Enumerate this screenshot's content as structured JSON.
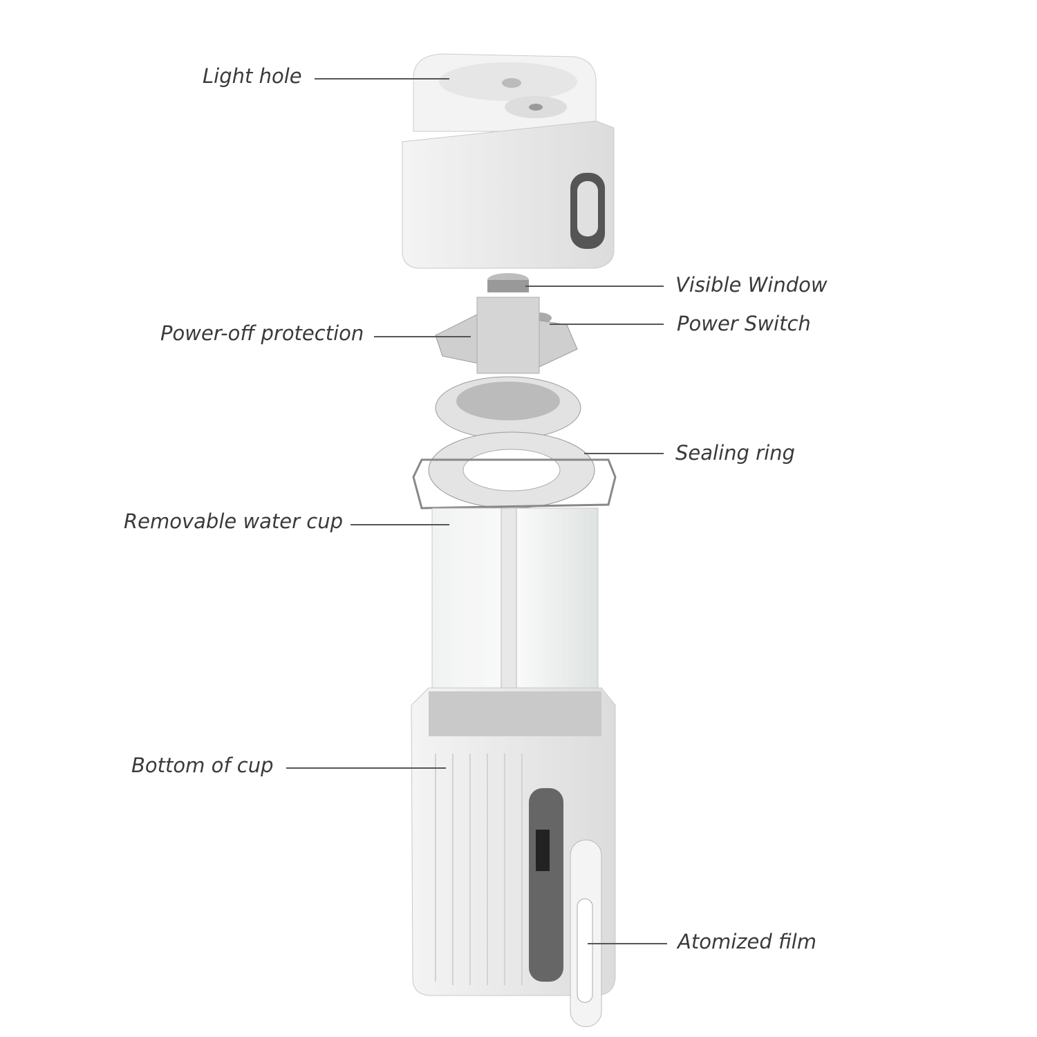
{
  "labels": {
    "light_hole": "Light hole",
    "visible_window": "Visible Window",
    "power_switch": "Power Switch",
    "power_off_protection": "Power-off protection",
    "sealing_ring": "Sealing ring",
    "removable_water_cup": "Removable water cup",
    "bottom_of_cup": "Bottom of cup",
    "atomized_film": "Atomized film"
  }
}
